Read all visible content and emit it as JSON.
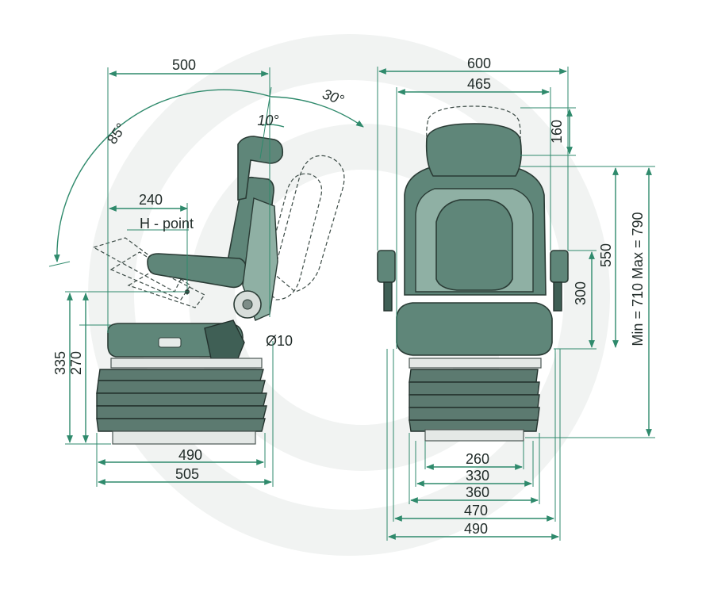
{
  "side_view": {
    "dims": {
      "top_width": "500",
      "angle_fwd": "85°",
      "angle_back": "30°",
      "angle_small": "10°",
      "hpoint_offset": "240",
      "hpoint_label": "H - point",
      "height_total": "335",
      "height_base": "270",
      "travel": "Ø10",
      "base_depth": "490",
      "overall_depth": "505"
    }
  },
  "front_view": {
    "dims": {
      "overall_width": "600",
      "backrest_width": "465",
      "headrest_travel": "160",
      "armrest_height": "300",
      "backrest_height": "550",
      "height_range": "Min = 710  Max = 790",
      "rail_260": "260",
      "rail_330": "330",
      "rail_360": "360",
      "base_470": "470",
      "base_490": "490"
    }
  },
  "colors": {
    "seat": "#5f8679",
    "dimension": "#2f8a6c",
    "watermark": "#f1f3f2"
  }
}
